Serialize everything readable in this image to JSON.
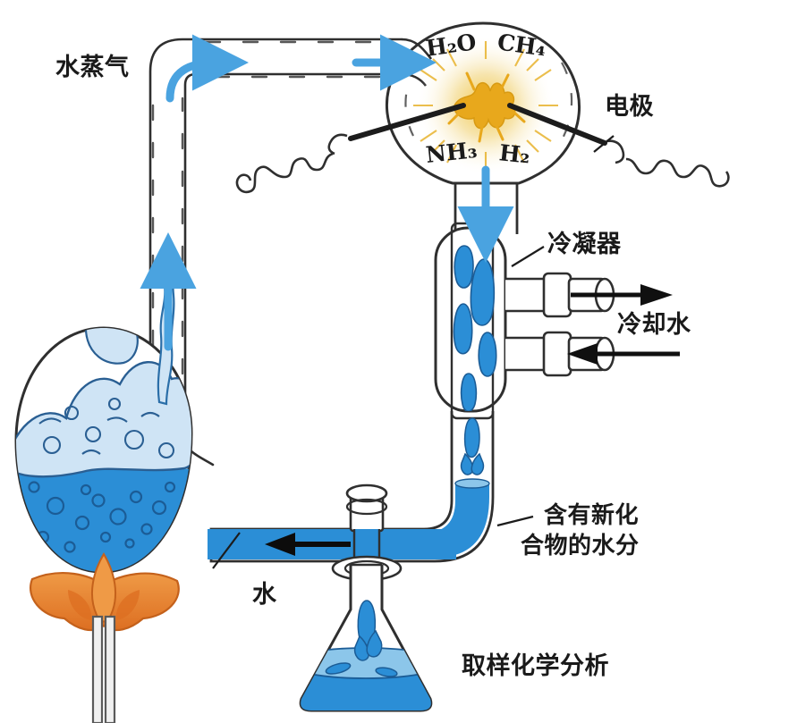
{
  "diagram": {
    "title": "米勒-尤里实验装置图",
    "type": "Miller-Urey apparatus schematic"
  },
  "labels": {
    "water_vapor": "水蒸气",
    "electrode": "电极",
    "condenser": "冷凝器",
    "cooling_water": "冷却水",
    "new_compounds_line1": "含有新化",
    "new_compounds_line2": "合物的水分",
    "water": "水",
    "sampling": "取样化学分析"
  },
  "formulas": {
    "h2o": "H₂O",
    "ch4": "CH₄",
    "nh3": "NH₃",
    "h2": "H₂"
  },
  "colors": {
    "water_blue": "#2b8ed6",
    "steam_blue": "#cfe4f5",
    "arrow_blue": "#4aa3e0",
    "flame_orange": "#e8822e",
    "spark_yellow": "#e8a81c",
    "glass_outline": "#2b2b2b",
    "text_black": "#1a1a1a"
  },
  "components": {
    "boiling_flask": "加热烧瓶（水）",
    "spark_flask": "放电烧瓶（气体混合物）",
    "condenser": "冷凝器",
    "u_trap": "U形收集管",
    "sample_flask": "取样锥形瓶",
    "burner": "本生灯"
  },
  "flow_arrows": [
    {
      "name": "vapor-up-left-tube",
      "direction": "up"
    },
    {
      "name": "vapor-corner-turn",
      "direction": "right"
    },
    {
      "name": "vapor-into-spark-flask",
      "direction": "right"
    },
    {
      "name": "gas-down-to-condenser",
      "direction": "down"
    },
    {
      "name": "cooling-water-out",
      "direction": "right"
    },
    {
      "name": "cooling-water-in",
      "direction": "left"
    },
    {
      "name": "condensate-back-to-boiler",
      "direction": "left"
    }
  ]
}
